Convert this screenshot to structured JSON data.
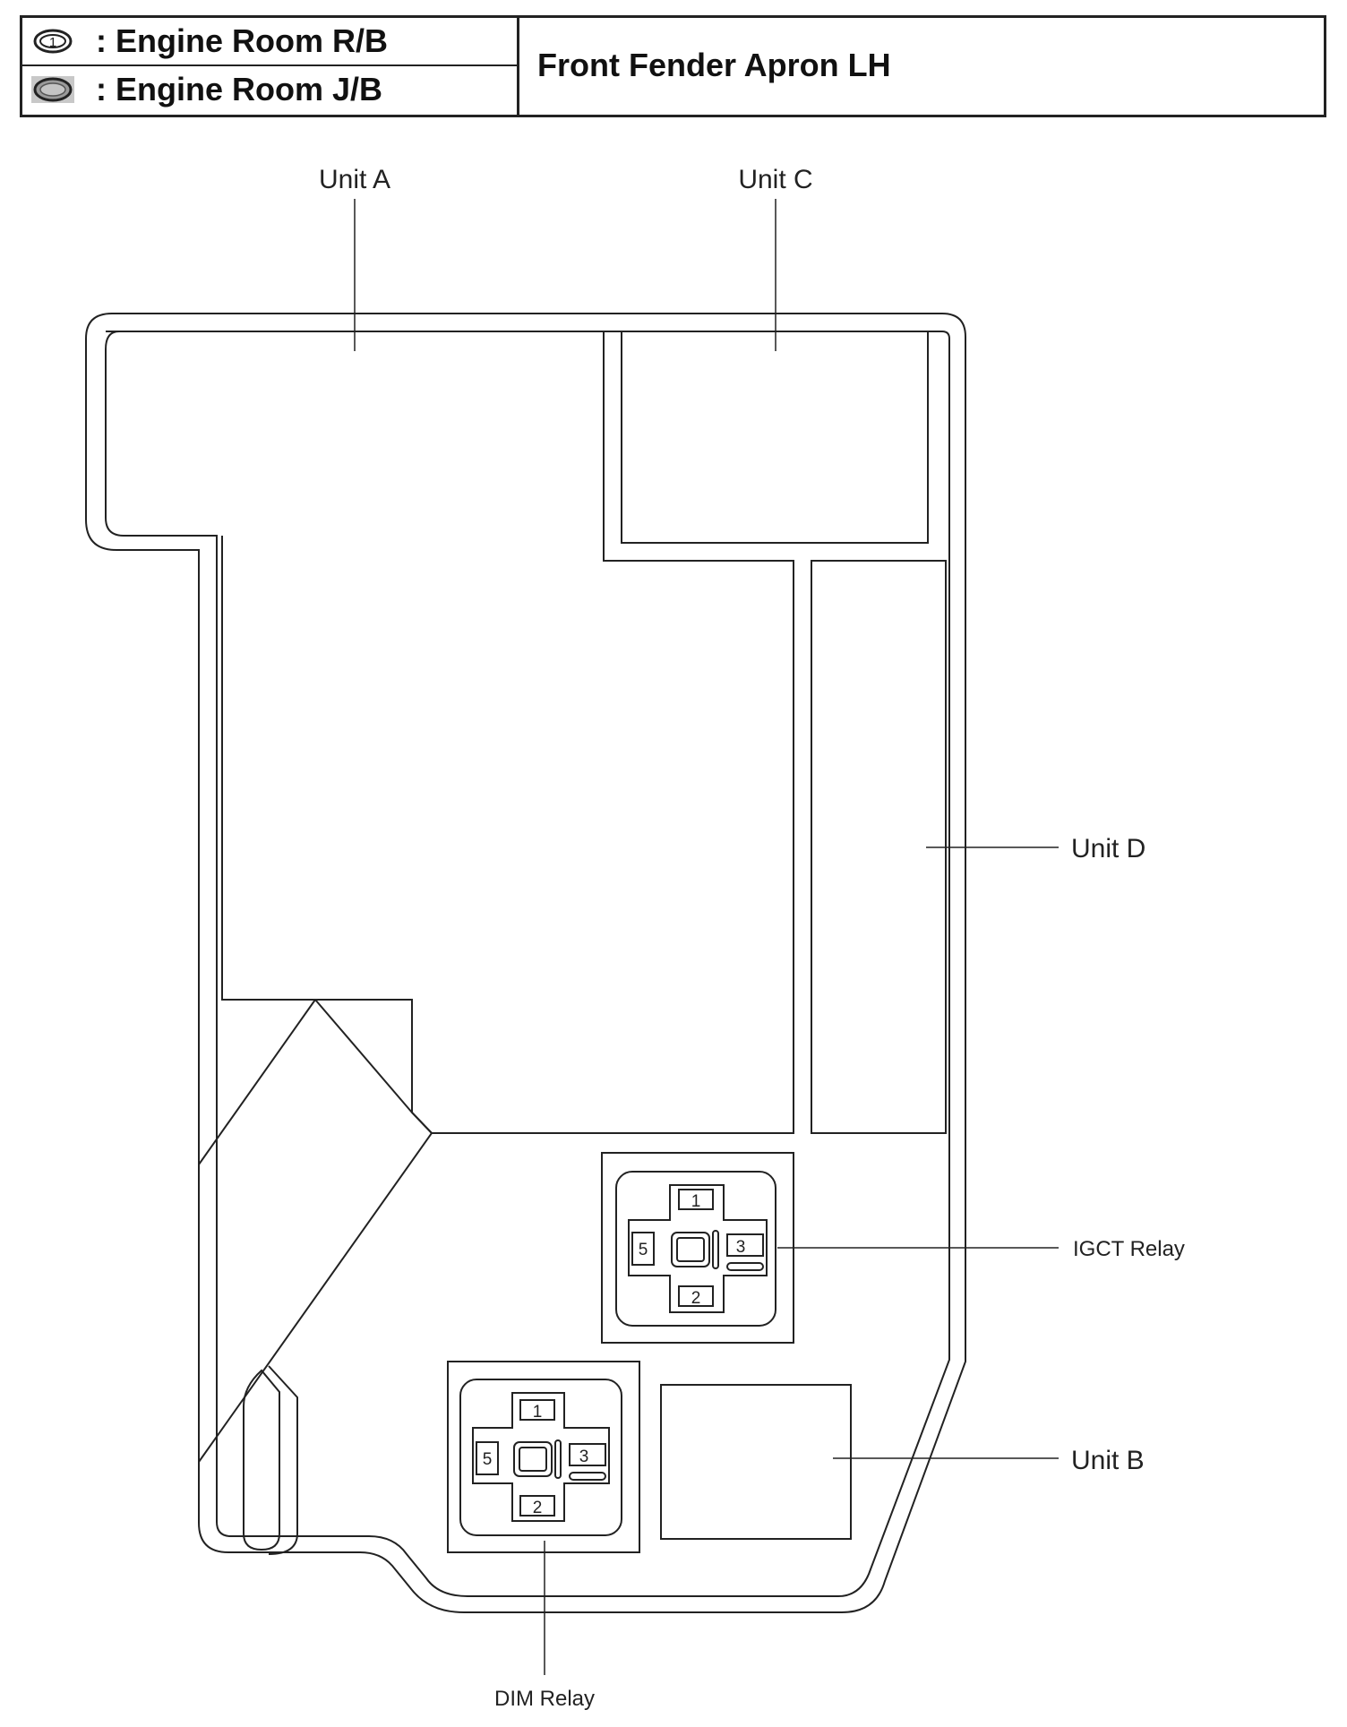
{
  "legend": {
    "relay_block": {
      "symbol_number": "1",
      "label": ": Engine Room R/B"
    },
    "junction_block": {
      "label": ": Engine Room J/B"
    }
  },
  "location": "Front Fender Apron LH",
  "units": {
    "unit_a": "Unit A",
    "unit_b": "Unit B",
    "unit_c": "Unit C",
    "unit_d": "Unit D"
  },
  "relays": {
    "igct": {
      "name": "IGCT Relay",
      "terminals": {
        "top": "1",
        "left": "5",
        "right": "3",
        "bottom": "2"
      }
    },
    "dim": {
      "name": "DIM Relay",
      "terminals": {
        "top": "1",
        "left": "5",
        "right": "3",
        "bottom": "2"
      }
    }
  },
  "colors": {
    "line": "#222222",
    "jb_fill": "#b5b5b5",
    "background": "#ffffff"
  }
}
